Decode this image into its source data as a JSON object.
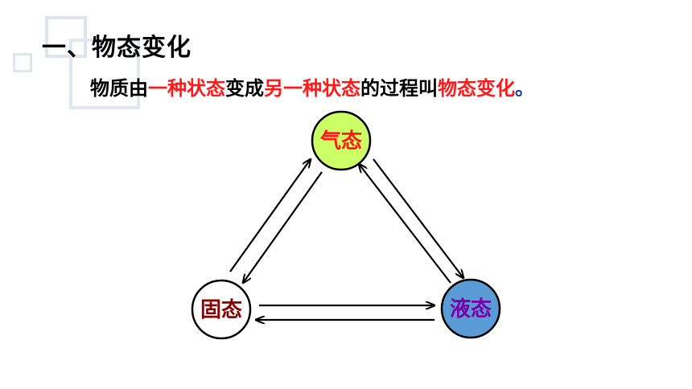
{
  "heading": "一、物态变化",
  "definition": {
    "part1": "物质由",
    "part2": "一种状态",
    "part3": "变成",
    "part4": "另一种状态",
    "part5": "的过程叫",
    "part6": "物态变化",
    "part7": "。"
  },
  "nodes": {
    "gas": {
      "label": "气态",
      "fill": "#ccff66",
      "text_color": "#ff1a1a"
    },
    "solid": {
      "label": "固态",
      "fill": "#ffffff",
      "text_color": "#8b0000"
    },
    "liquid": {
      "label": "液态",
      "fill": "#5b9bd5",
      "text_color": "#7a00a8"
    }
  },
  "colors": {
    "red_text": "#ff1a1a",
    "blue_period": "#1f3fb0",
    "decor": "#dfe5ee"
  }
}
